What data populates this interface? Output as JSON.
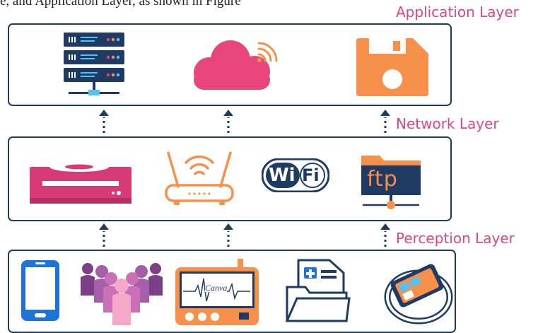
{
  "header_text": "e, and Application Layer, as shown in Figure",
  "layers": [
    {
      "label": "Application Layer",
      "icons": [
        "server-rack-icon",
        "cloud-icon",
        "floppy-disk-icon"
      ]
    },
    {
      "label": "Network Layer",
      "icons": [
        "optical-drive-icon",
        "router-icon",
        "wifi-logo-icon",
        "ftp-folder-icon"
      ]
    },
    {
      "label": "Perception Layer",
      "icons": [
        "smartphone-icon",
        "people-group-icon",
        "heart-monitor-icon",
        "medical-folder-icon",
        "wearable-band-icon"
      ]
    }
  ],
  "icon_text": {
    "wifi_wi": "Wi",
    "wifi_fi": "Fi",
    "ftp": "ftp",
    "monitor_brand": "Canva"
  },
  "colors": {
    "box_border": "#1f3b63",
    "label": "#e0457b",
    "navy": "#1f3b63",
    "pink": "#e0457b",
    "orange": "#f7904a",
    "blue": "#1e73d8",
    "purple": "#a45fa8"
  }
}
